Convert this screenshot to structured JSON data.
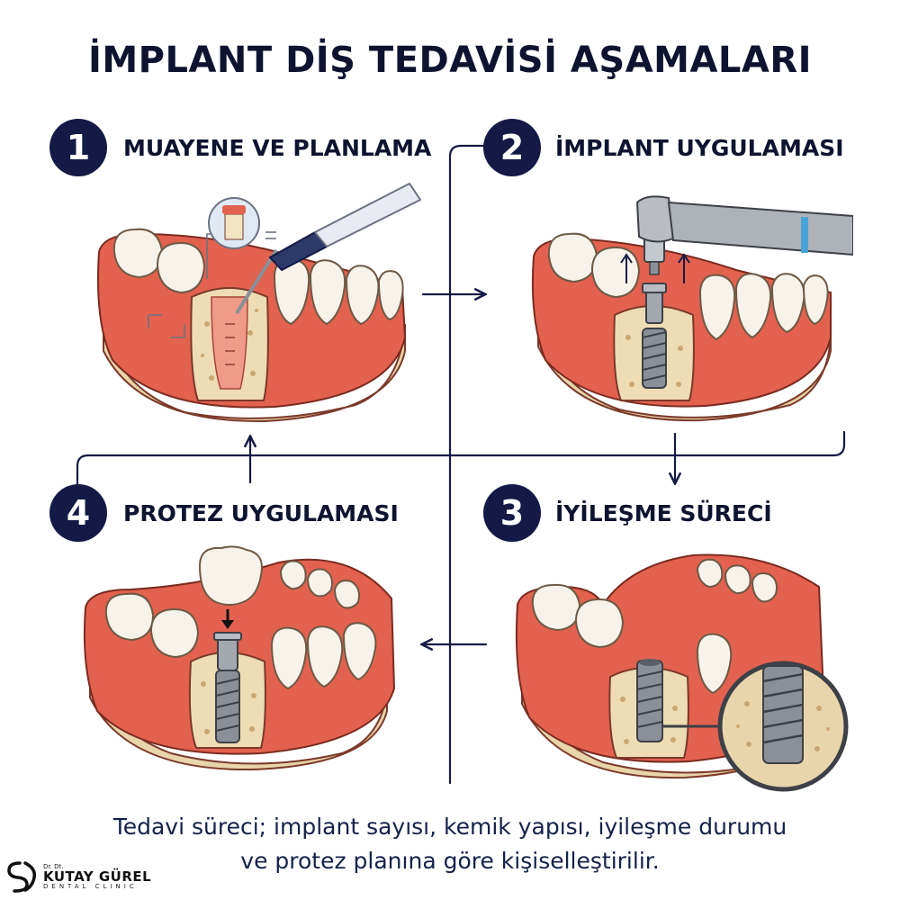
{
  "title": "İMPLANT DİŞ TEDAVİSİ AŞAMALARI",
  "steps": [
    {
      "number": "1",
      "label": "MUAYENE VE PLANLAMA"
    },
    {
      "number": "2",
      "label": "İMPLANT UYGULAMASI"
    },
    {
      "number": "3",
      "label": "İYİLEŞME SÜRECİ"
    },
    {
      "number": "4",
      "label": "PROTEZ UYGULAMASI"
    }
  ],
  "footer": {
    "line1": "Tedavi süreci; implant sayısı, kemik yapısı, iyileşme durumu",
    "line2": "ve protez planına göre kişiselleştirilir."
  },
  "brand": {
    "prefix": "Dr. Dt.",
    "name": "KUTAY GÜREL",
    "subtitle": "DENTAL CLINIC"
  },
  "colors": {
    "navy": "#141a45",
    "gum": "#e3614f",
    "bone": "#eedcb4",
    "tooth": "#f7f3ea",
    "metal": "#8b8f97"
  }
}
